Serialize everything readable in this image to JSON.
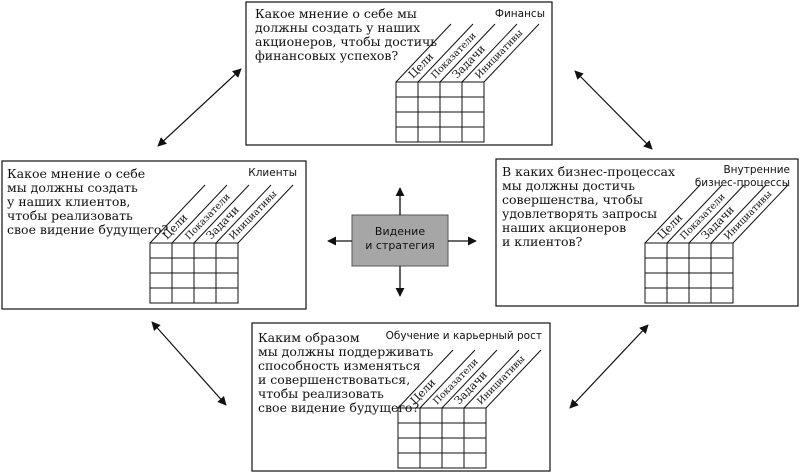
{
  "center": {
    "lines": [
      "Видение",
      "и стратегия"
    ],
    "fill": "#a6a6a6"
  },
  "columns": [
    "Цели",
    "Показатели",
    "Задачи",
    "Инициативы"
  ],
  "perspectives": {
    "finance": {
      "title": [
        "Финансы"
      ],
      "question": [
        "Какое мнение о себе мы",
        "должны создать у наших",
        "акционеров, чтобы достичь",
        "финансовых успехов?"
      ]
    },
    "clients": {
      "title": [
        "Клиенты"
      ],
      "question": [
        "Какое мнение о себе",
        "мы должны создать",
        "у наших клиентов,",
        "чтобы реализовать",
        "свое видение будущего?"
      ]
    },
    "processes": {
      "title": [
        "Внутренние",
        "бизнес-процессы"
      ],
      "question": [
        "В каких бизнес-процессах",
        "мы должны достичь",
        "совершенства, чтобы",
        "удовлетворять запросы",
        "наших акционеров",
        "и клиентов?"
      ]
    },
    "learning": {
      "title": [
        "Обучение и карьерный рост"
      ],
      "question": [
        "Каким образом",
        "мы должны поддерживать",
        "способность изменяться",
        "и совершенствоваться,",
        "чтобы реализовать",
        "свое видение будущего?"
      ]
    }
  }
}
